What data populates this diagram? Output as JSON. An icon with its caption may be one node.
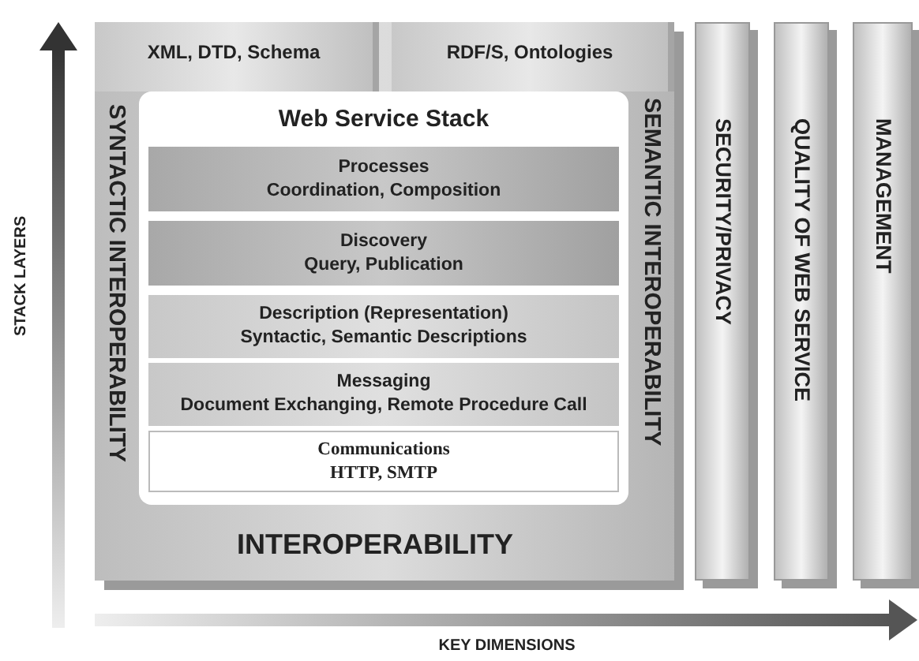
{
  "diagram": {
    "nodes": [
      {
        "text": [
          "SYNTACTIC INTEROPERABILITY",
          "SEMANTIC INTEROPERABILITY",
          "INTEROPERABILITY"
        ]
      },
      {
        "text": [
          "XML, DTD, Schema"
        ],
        "in": 0
      },
      {
        "text": [
          "RDF/S, Ontologies"
        ],
        "in": 0
      },
      {
        "text": [
          "Web Service Stack"
        ],
        "in": 0
      },
      {
        "text": [
          "Processes",
          "Coordination, Composition"
        ],
        "in": 3
      },
      {
        "text": [
          "Discovery",
          "Query, Publication"
        ],
        "in": 3
      },
      {
        "text": [
          "Description (Representation)",
          "Syntactic, Semantic Descriptions"
        ],
        "in": 3
      },
      {
        "text": [
          "Messaging",
          "Document Exchanging, Remote Procedure Call"
        ],
        "in": 3
      },
      {
        "text": [
          "Communications",
          "HTTP, SMTP"
        ],
        "in": 3
      },
      {
        "text": [
          "SECURITY/PRIVACY"
        ]
      },
      {
        "text": [
          "QUALITY OF WEB SERVICE"
        ]
      },
      {
        "text": [
          "MANAGEMENT"
        ]
      }
    ],
    "edges": [],
    "labels": [
      "STACK LAYERS",
      "KEY DIMENSIONS"
    ]
  }
}
